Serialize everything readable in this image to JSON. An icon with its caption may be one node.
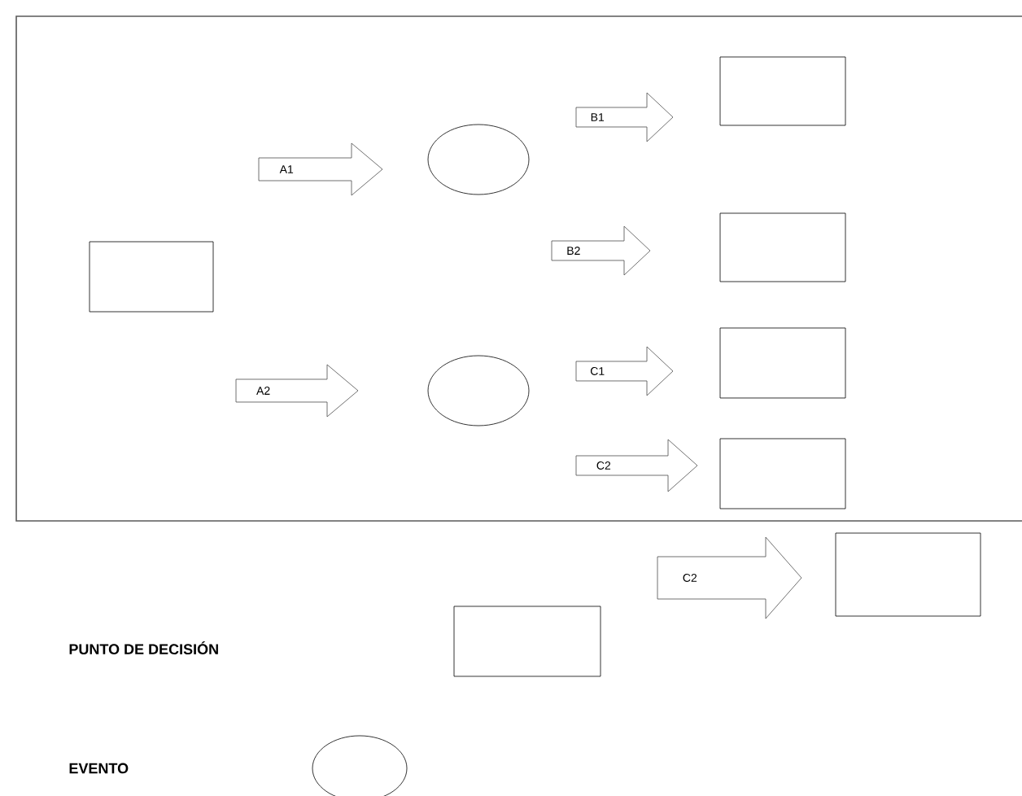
{
  "diagram": {
    "nodes": [
      {
        "text": [],
        "shape": "box"
      },
      {
        "text": [],
        "shape": "circle"
      },
      {
        "text": [],
        "shape": "circle"
      },
      {
        "text": [],
        "shape": "box"
      },
      {
        "text": [],
        "shape": "box"
      },
      {
        "text": [],
        "shape": "box"
      },
      {
        "text": [],
        "shape": "box"
      },
      {
        "text": [],
        "shape": "box"
      }
    ],
    "edges": [
      {
        "from": 0,
        "to": 1,
        "arrow": "to",
        "label": "A1"
      },
      {
        "from": 0,
        "to": 2,
        "arrow": "to",
        "label": "A2"
      },
      {
        "from": 1,
        "to": 3,
        "arrow": "to",
        "label": "B1"
      },
      {
        "from": 1,
        "to": 4,
        "arrow": "to",
        "label": "B2"
      },
      {
        "from": 2,
        "to": 5,
        "arrow": "to",
        "label": "C1"
      },
      {
        "from": 2,
        "to": 6,
        "arrow": "to",
        "label": "C2"
      },
      {
        "from": null,
        "to": 7,
        "arrow": "to",
        "label": "C2"
      }
    ],
    "legend": [
      {
        "text": "PUNTO DE DECISIÓN"
      },
      {
        "text": "EVENTO"
      }
    ]
  }
}
